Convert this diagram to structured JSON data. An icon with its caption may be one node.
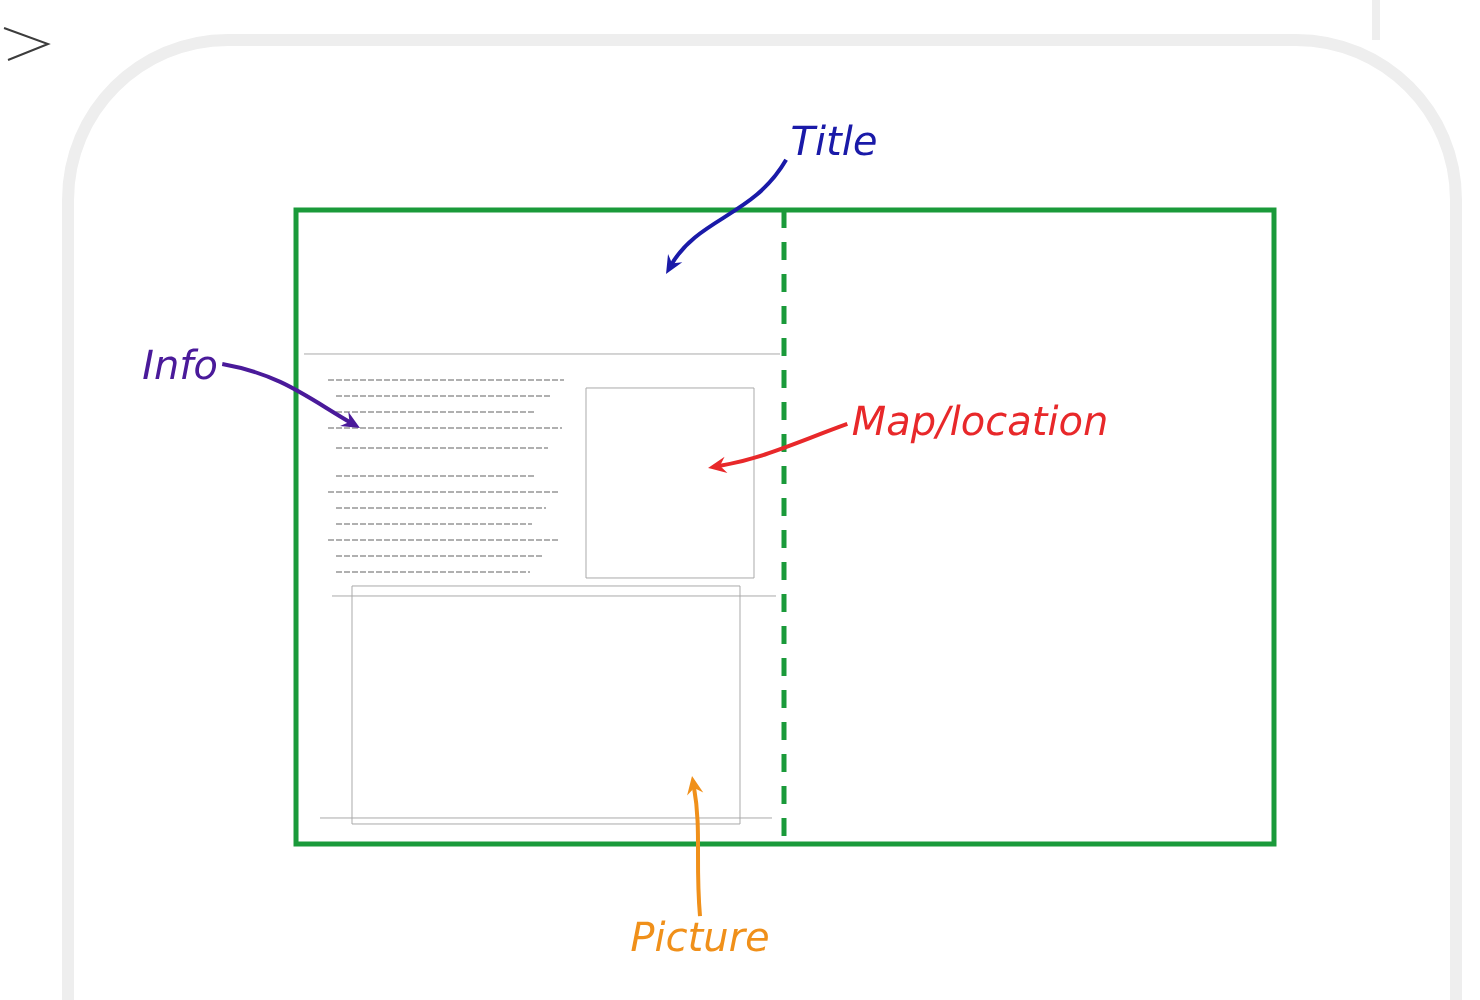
{
  "diagram": {
    "nodes": [
      {
        "text": [
          "Title"
        ]
      },
      {
        "text": [
          "Info"
        ]
      },
      {
        "text": [
          "Map/location"
        ]
      },
      {
        "text": [
          "Picture"
        ]
      }
    ],
    "edges": [
      {
        "from": 0,
        "to": null,
        "arrow": "to",
        "color": "#1a1aa8"
      },
      {
        "from": 1,
        "to": null,
        "arrow": "to",
        "color": "#4a1a9a"
      },
      {
        "from": 2,
        "to": null,
        "arrow": "to",
        "color": "#e8282a"
      },
      {
        "from": 3,
        "to": null,
        "arrow": "to",
        "color": "#f0901a"
      }
    ]
  }
}
